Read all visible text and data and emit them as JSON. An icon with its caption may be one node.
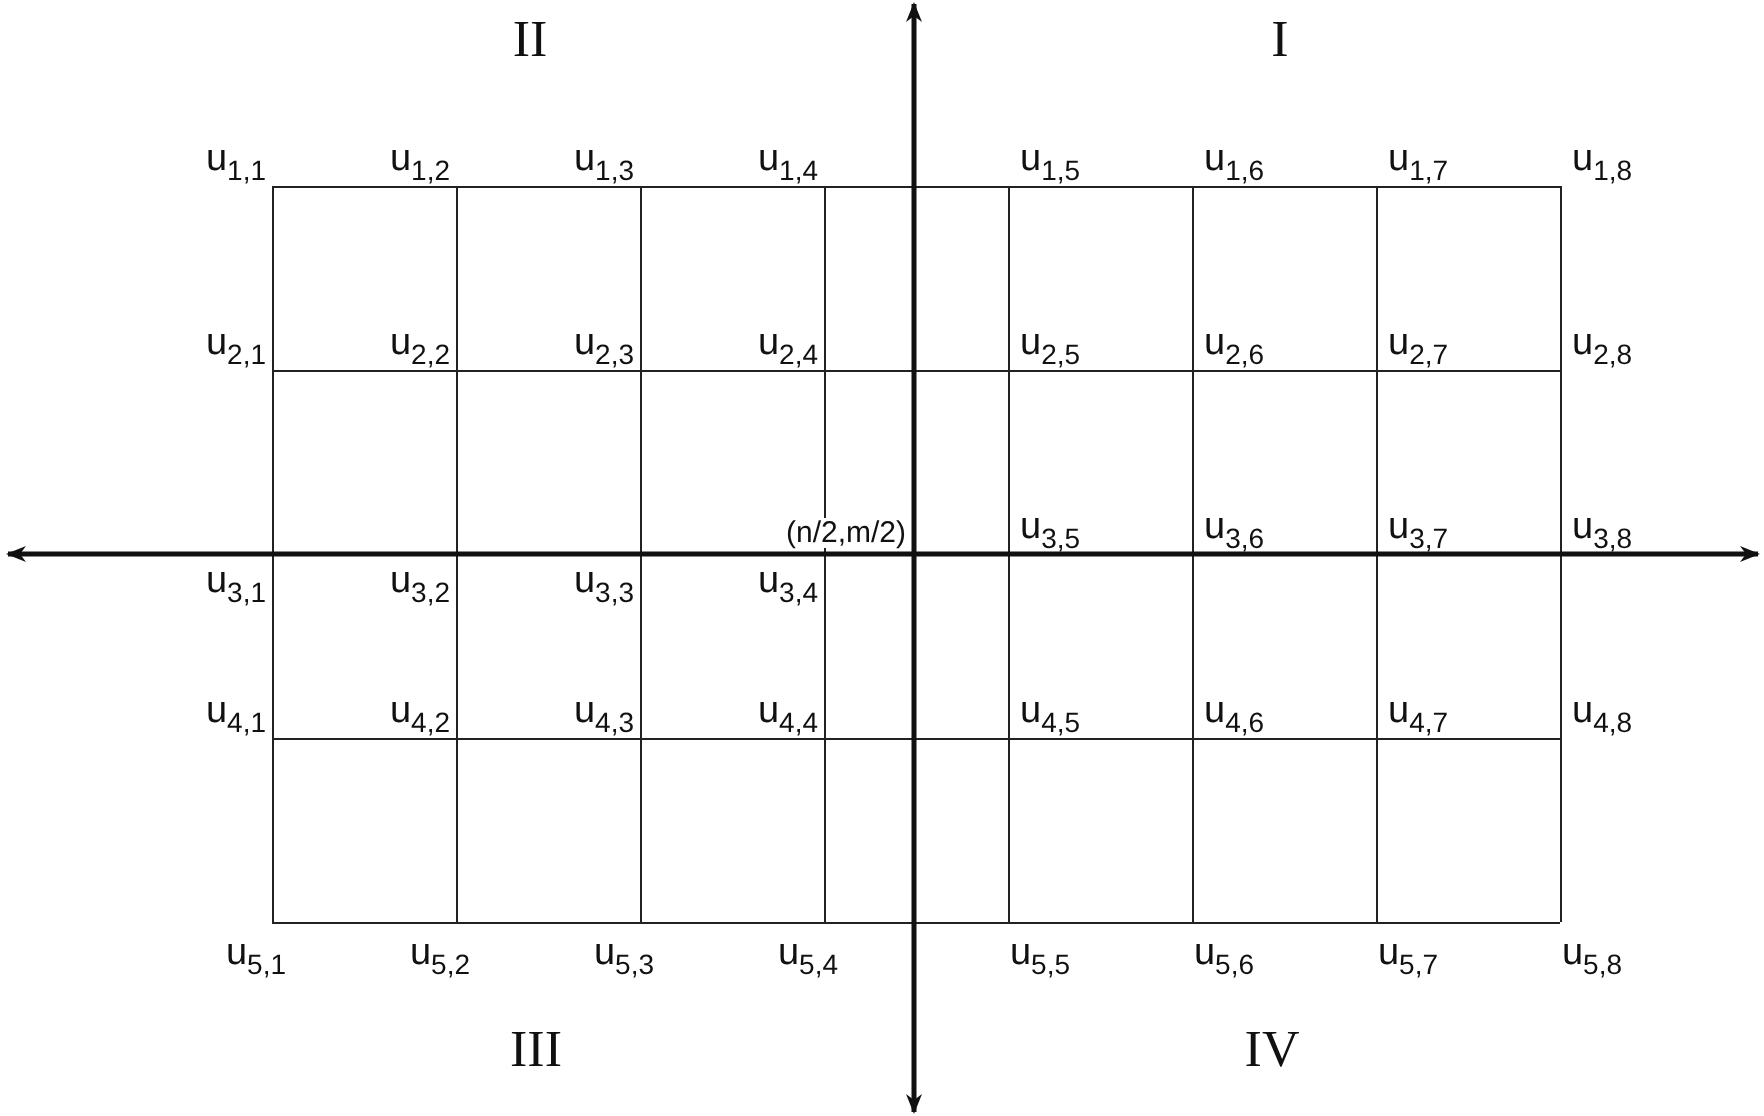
{
  "diagram": {
    "labels": [
      "II",
      "I",
      "u$_{1,1}$",
      "u$_{1,2}$",
      "u$_{1,3}$",
      "u$_{1,4}$",
      "u$_{1,5}$",
      "u$_{1,6}$",
      "u$_{1,7}$",
      "u$_{1,8}$",
      "u$_{2,1}$",
      "u$_{2,2}$",
      "u$_{2,3}$",
      "u$_{2,4}$",
      "u$_{2,5}$",
      "u$_{2,6}$",
      "u$_{2,7}$",
      "u$_{2,8}$",
      "(n/2,m/2)",
      "u$_{3,1}$",
      "u$_{3,2}$",
      "u$_{3,3}$",
      "u$_{3,4}$",
      "u$_{3,5}$",
      "u$_{3,6}$",
      "u$_{3,7}$",
      "u$_{3,8}$",
      "u$_{4,1}$",
      "u$_{4,2}$",
      "u$_{4,3}$",
      "u$_{4,4}$",
      "u$_{4,5}$",
      "u$_{4,6}$",
      "u$_{4,7}$",
      "u$_{4,8}$",
      "u$_{5,1}$",
      "u$_{5,2}$",
      "u$_{5,3}$",
      "u$_{5,4}$",
      "u$_{5,5}$",
      "u$_{5,6}$",
      "u$_{5,7}$",
      "u$_{5,8}$",
      "III",
      "IV"
    ]
  }
}
